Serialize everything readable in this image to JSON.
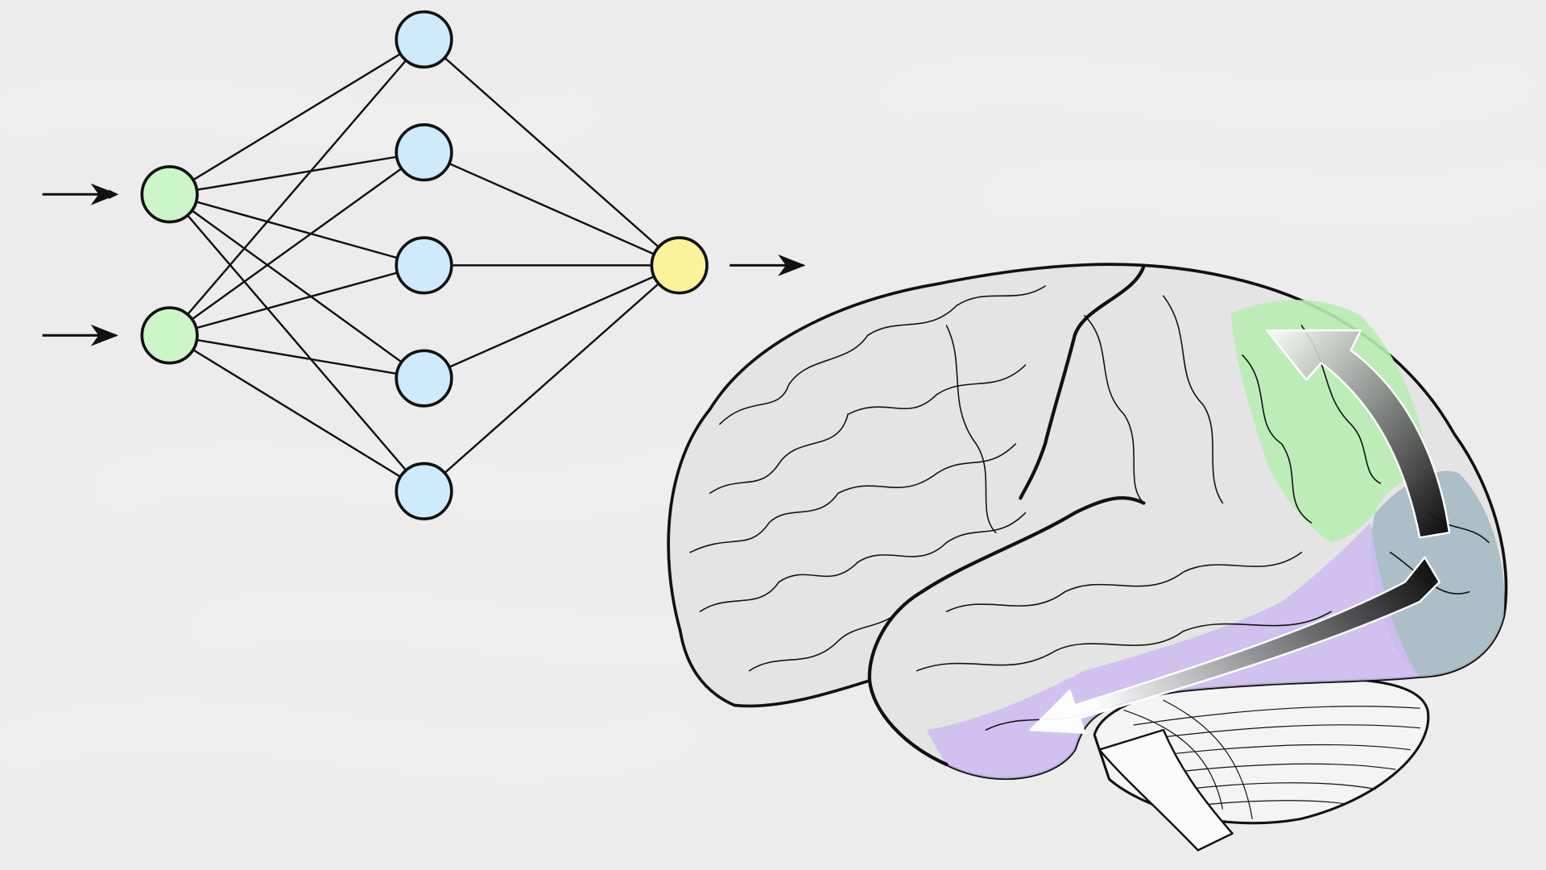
{
  "colors": {
    "background": "#ececec",
    "input_node": "#ccf5c8",
    "hidden_node": "#cfeafb",
    "output_node": "#fbf39a",
    "edge": "#111111",
    "brain_fill": "#e4e4e4",
    "region_green": "#b8ecb4",
    "region_purple": "#cdbdee",
    "region_slate": "#a9bcc6"
  },
  "network": {
    "inputs": 2,
    "hidden": 5,
    "outputs": 1
  }
}
